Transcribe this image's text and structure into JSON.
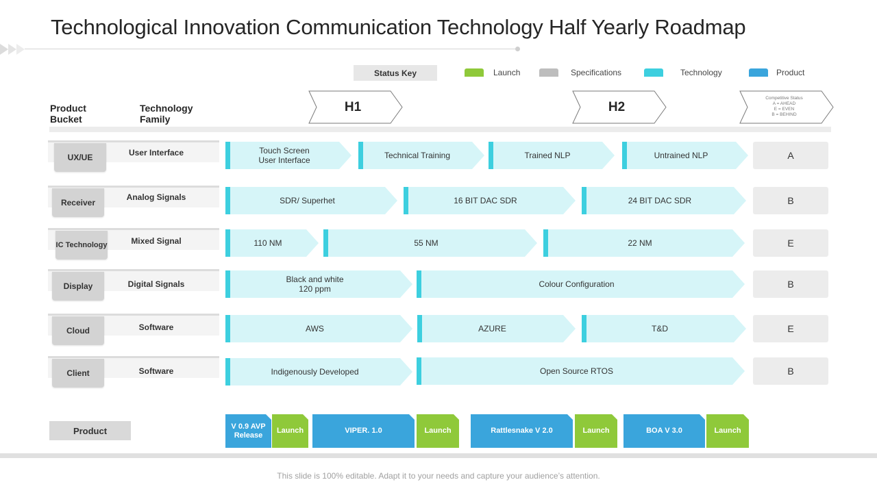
{
  "title": "Technological Innovation Communication Technology Half Yearly Roadmap",
  "status_key": {
    "label": "Status Key",
    "items": [
      {
        "label": "Launch",
        "color": "#8fc93a"
      },
      {
        "label": "Specifications",
        "color": "#bdbdbd"
      },
      {
        "label": "Technology",
        "color": "#3dcfdf"
      },
      {
        "label": "Product",
        "color": "#3aa5dc"
      }
    ]
  },
  "headers": {
    "product_bucket": "Product\nBucket",
    "technology_family": "Technology\nFamily"
  },
  "phases": [
    "H1",
    "H2"
  ],
  "competitive_status": "Competitive Status\nA = AHEAD\nE = EVEN\nB = BEHIND",
  "rows": [
    {
      "bucket": "UX/UE",
      "family": "User Interface",
      "bars": [
        "Touch Screen\nUser Interface",
        "Technical Training",
        "Trained NLP",
        "Untrained NLP"
      ],
      "rating": "A"
    },
    {
      "bucket": "Receiver",
      "family": "Analog  Signals",
      "bars": [
        "SDR/ Superhet",
        "16 BIT DAC SDR",
        "24 BIT DAC SDR"
      ],
      "rating": "B"
    },
    {
      "bucket": "IC Technology",
      "family": "Mixed Signal",
      "bars": [
        "110 NM",
        "55 NM",
        "22 NM"
      ],
      "rating": "E"
    },
    {
      "bucket": "Display",
      "family": "Digital  Signals",
      "bars": [
        "Black and white\n120 ppm",
        "Colour Configuration"
      ],
      "rating": "B"
    },
    {
      "bucket": "Cloud",
      "family": "Software",
      "bars": [
        "AWS",
        "AZURE",
        "T&D"
      ],
      "rating": "E"
    },
    {
      "bucket": "Client",
      "family": "Software",
      "bars": [
        "Indigenously Developed",
        "Open Source RTOS"
      ],
      "rating": "B"
    }
  ],
  "product_row": {
    "label": "Product",
    "blocks": [
      {
        "label": "V 0.9 AVP\nRelease",
        "kind": "product"
      },
      {
        "label": "Launch",
        "kind": "launch"
      },
      {
        "label": "VIPER. 1.0",
        "kind": "product"
      },
      {
        "label": "Launch",
        "kind": "launch"
      },
      {
        "label": "Rattlesnake V 2.0",
        "kind": "product"
      },
      {
        "label": "Launch",
        "kind": "launch"
      },
      {
        "label": "BOA  V 3.0",
        "kind": "product"
      },
      {
        "label": "Launch",
        "kind": "launch"
      }
    ]
  },
  "footer": "This slide is 100% editable. Adapt it to your needs and capture your audience’s attention."
}
